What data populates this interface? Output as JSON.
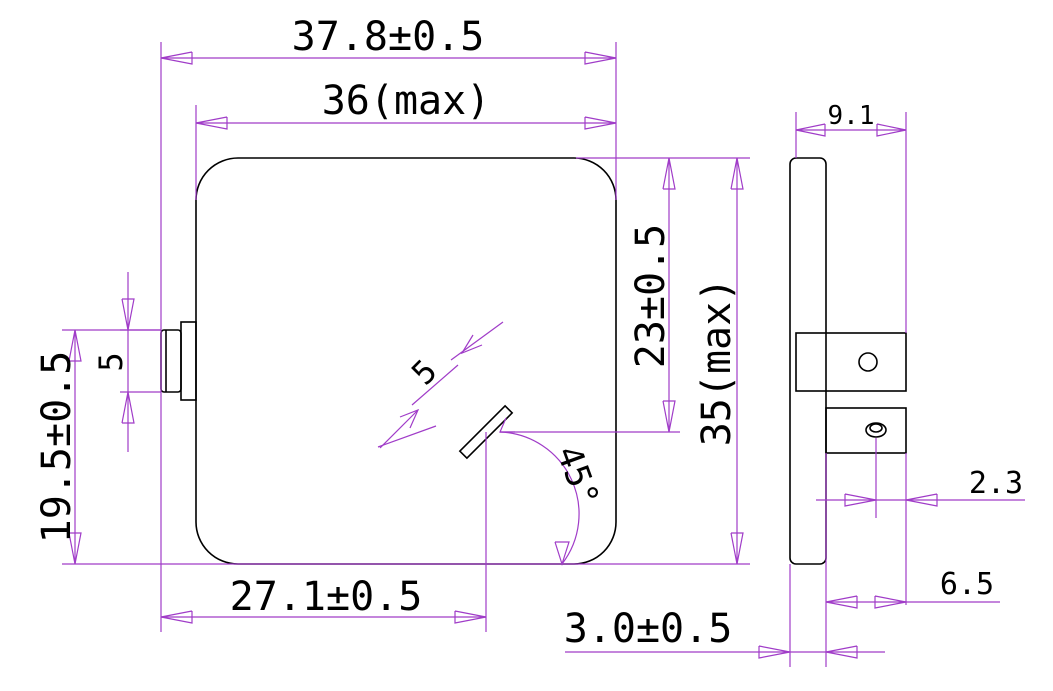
{
  "diagram": {
    "line_color": "#000000",
    "dimension_color": "#a03cc8",
    "labels": {
      "overall_width": "37.8±0.5",
      "body_width": "36(max)",
      "connector_height": "5",
      "connector_offset": "19.5±0.5",
      "bottom_offset": "27.1±0.5",
      "angle": "45°",
      "chip_size": "5",
      "upper_height": "23±0.5",
      "total_height": "35(max)",
      "side_depth": "9.1",
      "pin_diameter": "2.3",
      "pin_offset": "6.5",
      "thickness": "3.0±0.5"
    }
  }
}
